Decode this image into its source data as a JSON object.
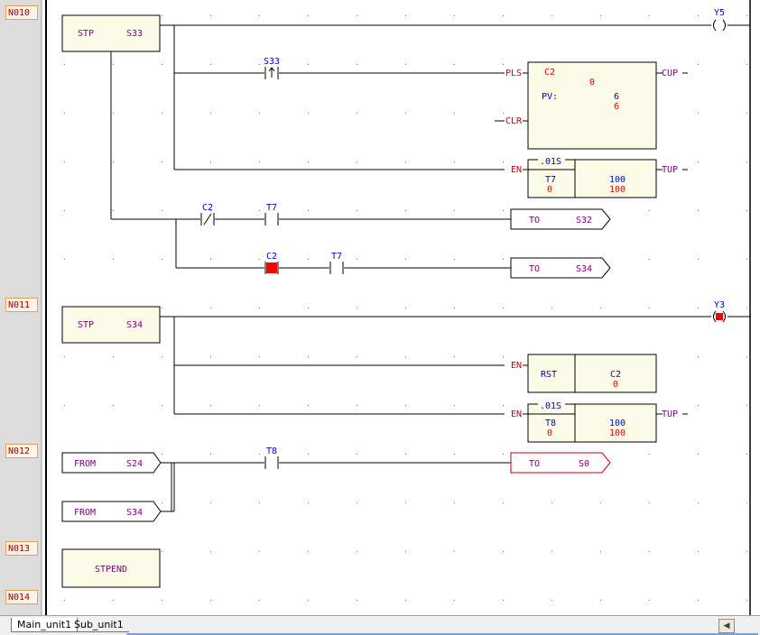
{
  "networks": [
    "N010",
    "N011",
    "N012",
    "N013",
    "N014"
  ],
  "coils": {
    "y5": "Y5",
    "y3": "Y3"
  },
  "step_blocks": {
    "stp_s33": {
      "kw": "STP",
      "arg": "S33"
    },
    "stp_s34": {
      "kw": "STP",
      "arg": "S34"
    },
    "stpend": "STPEND"
  },
  "contacts": {
    "s33_rising": "S33",
    "c2_nc": "C2",
    "t7_a": "T7",
    "c2_active": "C2",
    "t7_b": "T7",
    "t8": "T8"
  },
  "counter_c2": {
    "name": "C2",
    "value": "0",
    "pv_label": "PV:",
    "pv_set": "6",
    "pv_current": "6",
    "in_pls": "PLS",
    "in_clr": "CLR",
    "out": "CUP"
  },
  "timer_t7": {
    "base": ".01S",
    "name": "T7",
    "current": "0",
    "set": "100",
    "set_current": "100",
    "in": "EN",
    "out": "TUP"
  },
  "reset_c2": {
    "kw": "RST",
    "target": "C2",
    "value": "0",
    "in": "EN"
  },
  "timer_t8": {
    "base": ".01S",
    "name": "T8",
    "current": "0",
    "set": "100",
    "set_current": "100",
    "in": "EN",
    "out": "TUP"
  },
  "transitions": {
    "to_s32": {
      "kw": "TO",
      "arg": "S32"
    },
    "to_s34": {
      "kw": "TO",
      "arg": "S34"
    },
    "to_s0": {
      "kw": "TO",
      "arg": "S0"
    }
  },
  "from_blocks": {
    "from_s24": {
      "kw": "FROM",
      "arg": "S24"
    },
    "from_s34": {
      "kw": "FROM",
      "arg": "S34"
    }
  },
  "tabs": [
    "Main_unit1",
    "Sub_unit1"
  ],
  "colors": {
    "wire": "#000000",
    "contact_label": "#0000cc",
    "value_red": "#e00000",
    "block_fill": "#fbfbe8",
    "keyword": "#800080",
    "io_label": "#cc0000",
    "active": "#ff0000"
  }
}
